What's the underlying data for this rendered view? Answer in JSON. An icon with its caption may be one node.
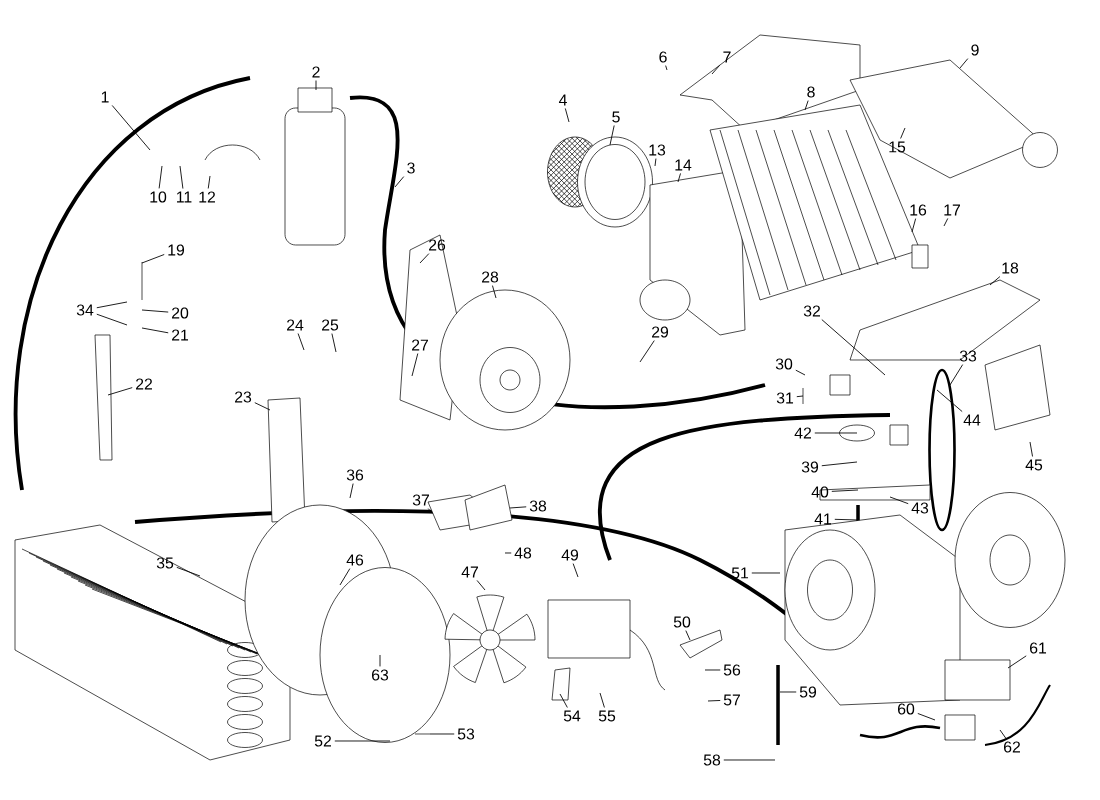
{
  "diagram": {
    "nodes": [
      {
        "text": [
          "1"
        ]
      },
      {
        "text": [
          "2"
        ]
      },
      {
        "text": [
          "3"
        ]
      },
      {
        "text": [
          "4"
        ]
      },
      {
        "text": [
          "5"
        ]
      },
      {
        "text": [
          "6"
        ]
      },
      {
        "text": [
          "7"
        ]
      },
      {
        "text": [
          "8"
        ]
      },
      {
        "text": [
          "9"
        ]
      },
      {
        "text": [
          "10"
        ]
      },
      {
        "text": [
          "11"
        ]
      },
      {
        "text": [
          "12"
        ]
      },
      {
        "text": [
          "13"
        ]
      },
      {
        "text": [
          "14"
        ]
      },
      {
        "text": [
          "15"
        ]
      },
      {
        "text": [
          "16"
        ]
      },
      {
        "text": [
          "17"
        ]
      },
      {
        "text": [
          "18"
        ]
      },
      {
        "text": [
          "19"
        ]
      },
      {
        "text": [
          "20"
        ]
      },
      {
        "text": [
          "21"
        ]
      },
      {
        "text": [
          "22"
        ]
      },
      {
        "text": [
          "23"
        ]
      },
      {
        "text": [
          "24"
        ]
      },
      {
        "text": [
          "25"
        ]
      },
      {
        "text": [
          "26"
        ]
      },
      {
        "text": [
          "27"
        ]
      },
      {
        "text": [
          "28"
        ]
      },
      {
        "text": [
          "29"
        ]
      },
      {
        "text": [
          "30"
        ]
      },
      {
        "text": [
          "31"
        ]
      },
      {
        "text": [
          "32"
        ]
      },
      {
        "text": [
          "33"
        ]
      },
      {
        "text": [
          "34"
        ]
      },
      {
        "text": [
          "35"
        ]
      },
      {
        "text": [
          "36"
        ]
      },
      {
        "text": [
          "37"
        ]
      },
      {
        "text": [
          "38"
        ]
      },
      {
        "text": [
          "39"
        ]
      },
      {
        "text": [
          "40"
        ]
      },
      {
        "text": [
          "41"
        ]
      },
      {
        "text": [
          "42"
        ]
      },
      {
        "text": [
          "43"
        ]
      },
      {
        "text": [
          "44"
        ]
      },
      {
        "text": [
          "45"
        ]
      },
      {
        "text": [
          "46"
        ]
      },
      {
        "text": [
          "47"
        ]
      },
      {
        "text": [
          "48"
        ]
      },
      {
        "text": [
          "49"
        ]
      },
      {
        "text": [
          "50"
        ]
      },
      {
        "text": [
          "51"
        ]
      },
      {
        "text": [
          "52"
        ]
      },
      {
        "text": [
          "53"
        ]
      },
      {
        "text": [
          "54"
        ]
      },
      {
        "text": [
          "55"
        ]
      },
      {
        "text": [
          "56"
        ]
      },
      {
        "text": [
          "57"
        ]
      },
      {
        "text": [
          "58"
        ]
      },
      {
        "text": [
          "59"
        ]
      },
      {
        "text": [
          "60"
        ]
      },
      {
        "text": [
          "61"
        ]
      },
      {
        "text": [
          "62"
        ]
      },
      {
        "text": [
          "63"
        ]
      }
    ],
    "edges": [
      {
        "from": 0,
        "to": null,
        "arrow": "none"
      },
      {
        "from": 1,
        "to": null,
        "arrow": "none"
      },
      {
        "from": 2,
        "to": null,
        "arrow": "none"
      },
      {
        "from": 3,
        "to": null,
        "arrow": "none"
      },
      {
        "from": 4,
        "to": null,
        "arrow": "none"
      },
      {
        "from": 5,
        "to": null,
        "arrow": "none"
      },
      {
        "from": 6,
        "to": null,
        "arrow": "none"
      },
      {
        "from": 7,
        "to": null,
        "arrow": "none"
      },
      {
        "from": 8,
        "to": null,
        "arrow": "none"
      },
      {
        "from": 9,
        "to": null,
        "arrow": "none"
      },
      {
        "from": 10,
        "to": null,
        "arrow": "none"
      },
      {
        "from": 11,
        "to": null,
        "arrow": "none"
      },
      {
        "from": 12,
        "to": null,
        "arrow": "none"
      },
      {
        "from": 13,
        "to": null,
        "arrow": "none"
      },
      {
        "from": 14,
        "to": null,
        "arrow": "none"
      },
      {
        "from": 15,
        "to": null,
        "arrow": "none"
      },
      {
        "from": 16,
        "to": null,
        "arrow": "none"
      },
      {
        "from": 17,
        "to": null,
        "arrow": "none"
      },
      {
        "from": 18,
        "to": null,
        "arrow": "none"
      },
      {
        "from": 19,
        "to": null,
        "arrow": "none"
      },
      {
        "from": 20,
        "to": null,
        "arrow": "none"
      },
      {
        "from": 21,
        "to": null,
        "arrow": "none"
      },
      {
        "from": 22,
        "to": null,
        "arrow": "none"
      },
      {
        "from": 23,
        "to": null,
        "arrow": "none"
      },
      {
        "from": 24,
        "to": null,
        "arrow": "none"
      },
      {
        "from": 25,
        "to": null,
        "arrow": "none"
      },
      {
        "from": 26,
        "to": null,
        "arrow": "none"
      },
      {
        "from": 27,
        "to": null,
        "arrow": "none"
      },
      {
        "from": 28,
        "to": null,
        "arrow": "none"
      },
      {
        "from": 29,
        "to": null,
        "arrow": "none"
      },
      {
        "from": 30,
        "to": null,
        "arrow": "none"
      },
      {
        "from": 31,
        "to": null,
        "arrow": "none"
      },
      {
        "from": 32,
        "to": null,
        "arrow": "none"
      },
      {
        "from": 33,
        "to": null,
        "arrow": "none"
      },
      {
        "from": 33,
        "to": null,
        "arrow": "none"
      },
      {
        "from": 34,
        "to": null,
        "arrow": "none"
      },
      {
        "from": 35,
        "to": null,
        "arrow": "none"
      },
      {
        "from": 36,
        "to": null,
        "arrow": "none"
      },
      {
        "from": 37,
        "to": null,
        "arrow": "none"
      },
      {
        "from": 38,
        "to": null,
        "arrow": "none"
      },
      {
        "from": 39,
        "to": null,
        "arrow": "none"
      },
      {
        "from": 40,
        "to": null,
        "arrow": "none"
      },
      {
        "from": 41,
        "to": null,
        "arrow": "none"
      },
      {
        "from": 42,
        "to": null,
        "arrow": "none"
      },
      {
        "from": 43,
        "to": null,
        "arrow": "none"
      },
      {
        "from": 44,
        "to": null,
        "arrow": "none"
      },
      {
        "from": 45,
        "to": null,
        "arrow": "none"
      },
      {
        "from": 46,
        "to": null,
        "arrow": "none"
      },
      {
        "from": 47,
        "to": null,
        "arrow": "none"
      },
      {
        "from": 48,
        "to": null,
        "arrow": "none"
      },
      {
        "from": 49,
        "to": null,
        "arrow": "none"
      },
      {
        "from": 50,
        "to": null,
        "arrow": "none"
      },
      {
        "from": 51,
        "to": null,
        "arrow": "none"
      },
      {
        "from": 52,
        "to": null,
        "arrow": "none"
      },
      {
        "from": 53,
        "to": null,
        "arrow": "none"
      },
      {
        "from": 54,
        "to": null,
        "arrow": "none"
      },
      {
        "from": 55,
        "to": null,
        "arrow": "none"
      },
      {
        "from": 56,
        "to": null,
        "arrow": "none"
      },
      {
        "from": 57,
        "to": null,
        "arrow": "none"
      },
      {
        "from": 58,
        "to": null,
        "arrow": "none"
      },
      {
        "from": 59,
        "to": null,
        "arrow": "none"
      },
      {
        "from": 60,
        "to": null,
        "arrow": "none"
      },
      {
        "from": 61,
        "to": null,
        "arrow": "none"
      },
      {
        "from": 62,
        "to": null,
        "arrow": "none"
      }
    ]
  }
}
